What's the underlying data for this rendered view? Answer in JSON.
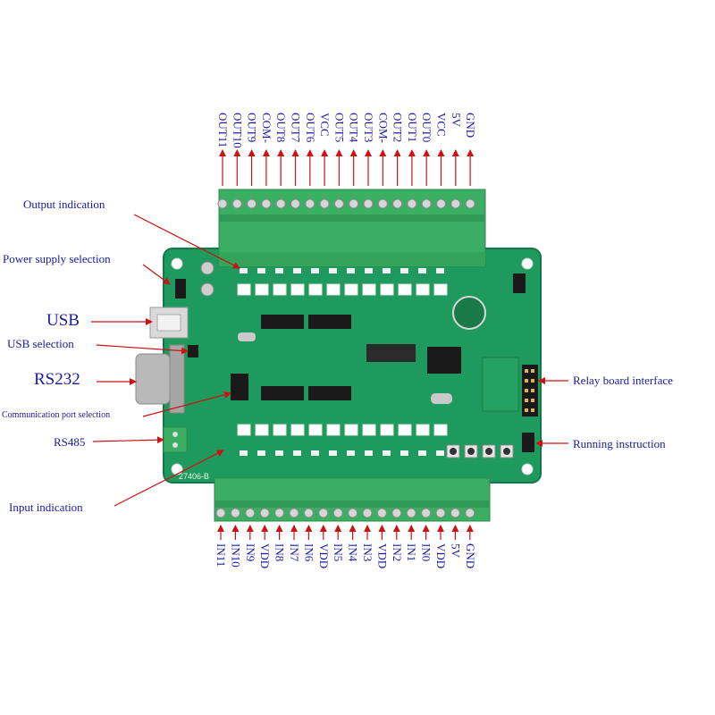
{
  "colors": {
    "label": "#1a1aa0",
    "arrow": "#d01010",
    "pcb": "#1f9a5e",
    "terminal": "#3cae63",
    "terminal_dark": "#2a8a4a"
  },
  "top_pins": [
    "OUT11",
    "OUT10",
    "OUT9",
    "COM-",
    "OUT8",
    "OUT7",
    "OUT6",
    "VCC",
    "OUT5",
    "OUT4",
    "OUT3",
    "COM-",
    "OUT2",
    "OUT1",
    "OUT0",
    "VCC",
    "5V",
    "GND"
  ],
  "bottom_pins": [
    "IN11",
    "IN10",
    "IN9",
    "VDD",
    "IN8",
    "IN7",
    "IN6",
    "VDD",
    "IN5",
    "IN4",
    "IN3",
    "VDD",
    "IN2",
    "IN1",
    "IN0",
    "VDD",
    "5V",
    "GND"
  ],
  "callouts": {
    "output_indication": "Output indication",
    "power_supply_selection": "Power supply selection",
    "usb": "USB",
    "usb_selection": "USB selection",
    "rs232": "RS232",
    "comm_port_selection": "Communication port selection",
    "rs485": "RS485",
    "input_indication": "Input indication",
    "relay_board_interface": "Relay board interface",
    "running_instruction": "Running instruction"
  },
  "board": {
    "silkscreen": "27406-B"
  }
}
